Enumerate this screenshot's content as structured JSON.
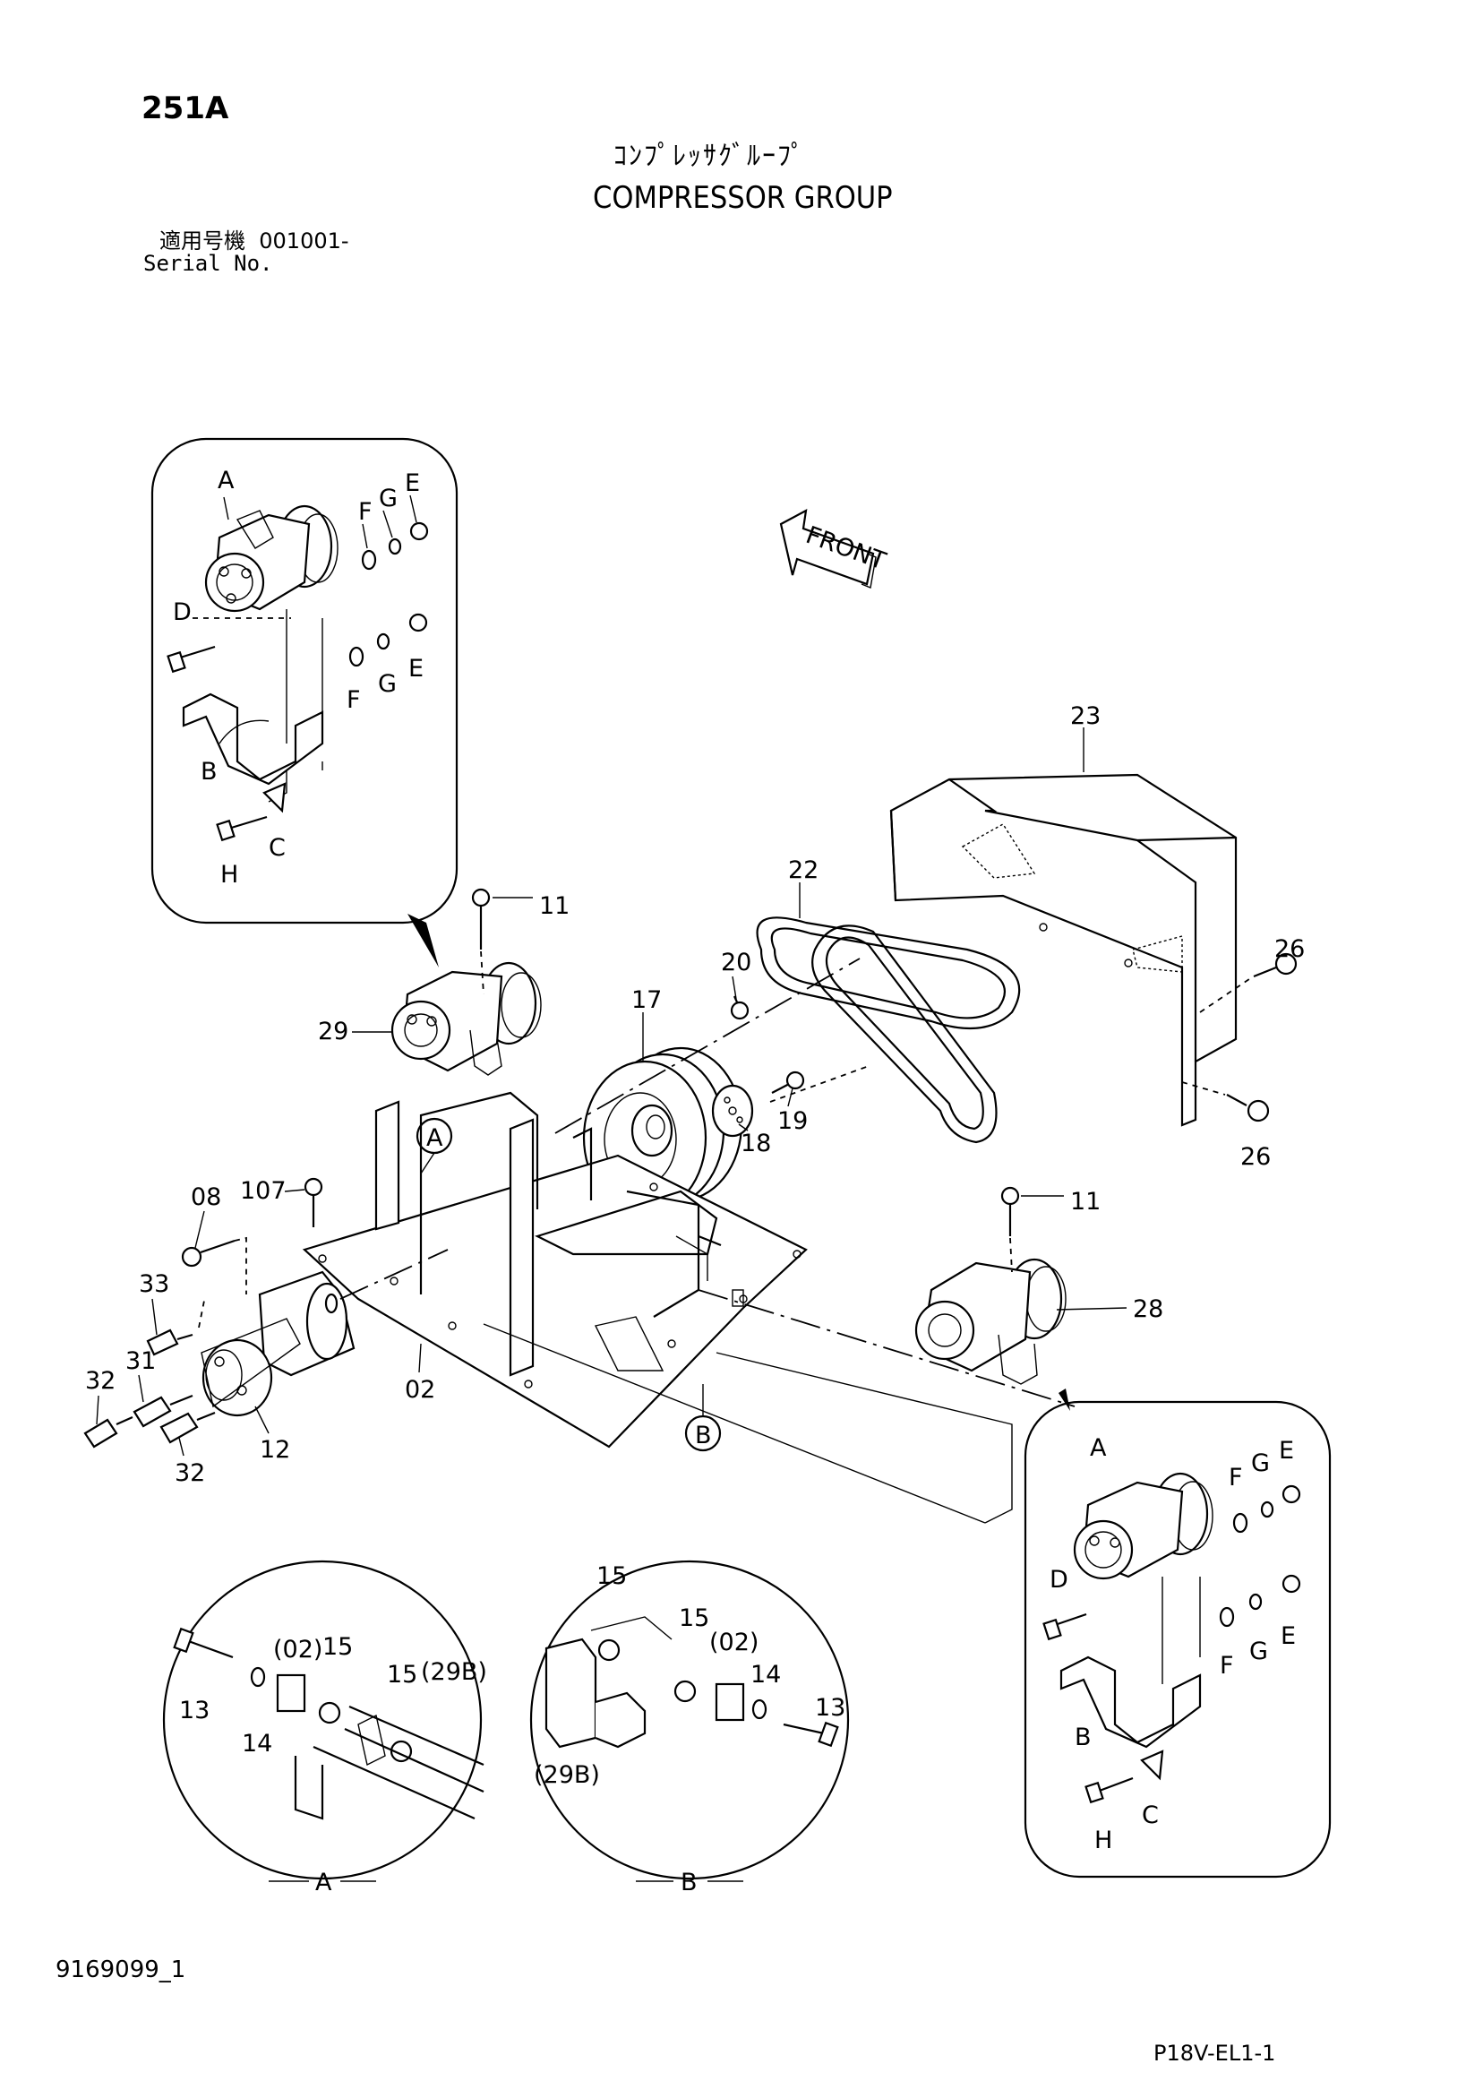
{
  "header": {
    "page_id": "251A",
    "title_jp": "ｺﾝﾌﾟﾚｯｻｸﾞﾙｰﾌﾟ",
    "title_en": "COMPRESSOR GROUP",
    "serial_label_jp": "適用号機",
    "serial_value": "001001-",
    "serial_label_en": "Serial No."
  },
  "footer": {
    "doc_id": "9169099_1",
    "sheet_id": "P18V-EL1-1"
  },
  "direction_marker": "FRONT",
  "callouts": {
    "c23": "23",
    "c22": "22",
    "c20": "20",
    "c17": "17",
    "c19": "19",
    "c18": "18",
    "c26a": "26",
    "c26b": "26",
    "c11a": "11",
    "c11b": "11",
    "c29": "29",
    "c28": "28",
    "c107": "107",
    "c08": "08",
    "c33": "33",
    "c31": "31",
    "c32a": "32",
    "c32b": "32",
    "c12": "12",
    "c02": "02",
    "refA": "A",
    "refB": "B"
  },
  "detail_top_left": {
    "A": "A",
    "D": "D",
    "F1": "F",
    "G1": "G",
    "E1": "E",
    "F2": "F",
    "G2": "G",
    "E2": "E",
    "B": "B",
    "C": "C",
    "H": "H"
  },
  "detail_bottom_right": {
    "A": "A",
    "D": "D",
    "F1": "F",
    "G1": "G",
    "E1": "E",
    "F2": "F",
    "G2": "G",
    "E2": "E",
    "B": "B",
    "C": "C",
    "H": "H"
  },
  "detail_circle_A": {
    "name": "A",
    "l13": "13",
    "l14": "14",
    "l02": "(02)",
    "l15a": "15",
    "l15b": "15",
    "l29b": "(29B)"
  },
  "detail_circle_B": {
    "name": "B",
    "l15a": "15",
    "l15b": "15",
    "l02": "(02)",
    "l14": "14",
    "l13": "13",
    "l29b": "(29B)"
  }
}
